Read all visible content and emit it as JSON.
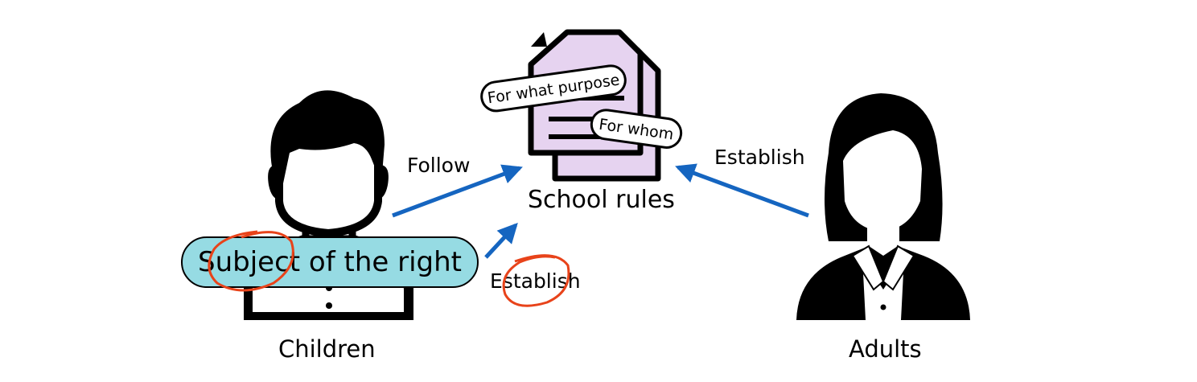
{
  "diagram": {
    "tags": {
      "purpose": "For what purpose",
      "whom": "For whom"
    },
    "center_label": "School rules",
    "edges": {
      "follow": "Follow",
      "establish_adult": "Establish",
      "establish_child": "Establish"
    },
    "nodes": {
      "children": "Children",
      "adults": "Adults"
    },
    "highlight": "Subject of the right"
  },
  "colors": {
    "arrow": "#1565c0",
    "highlight_fill": "#96dbe3",
    "document_fill": "#e6d3f0",
    "circle": "#e8431a"
  },
  "icons": [
    "document-icon",
    "boy-avatar-icon",
    "woman-avatar-icon"
  ]
}
